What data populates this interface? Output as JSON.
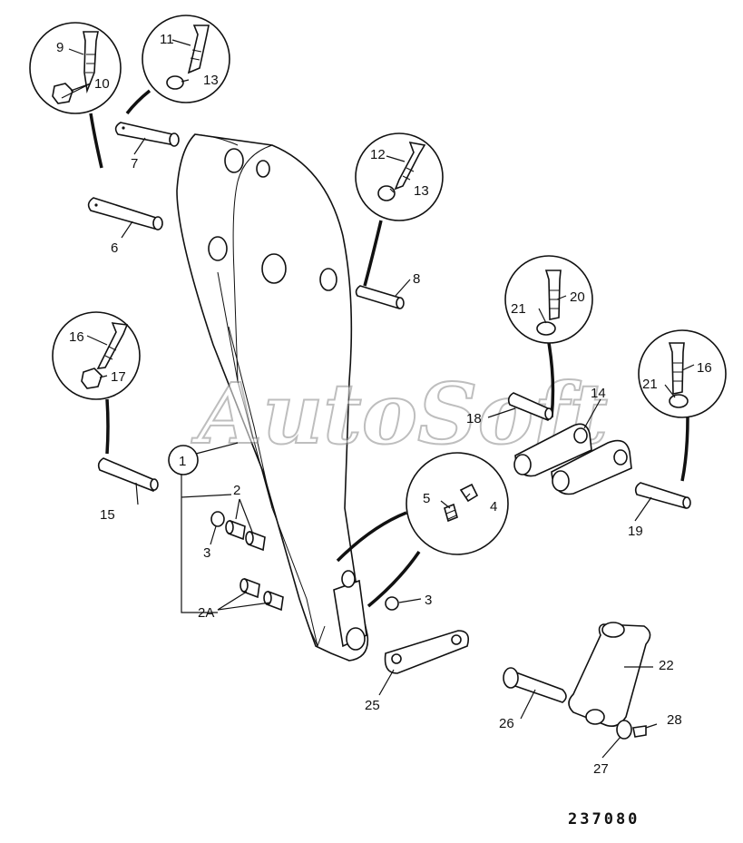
{
  "reference_number": "237080",
  "watermark": "AutoSoft",
  "callouts": [
    {
      "id": "c1",
      "text": "1"
    },
    {
      "id": "c2",
      "text": "2"
    },
    {
      "id": "c2a",
      "text": "2A"
    },
    {
      "id": "c3a",
      "text": "3"
    },
    {
      "id": "c3b",
      "text": "3"
    },
    {
      "id": "c4",
      "text": "4"
    },
    {
      "id": "c5",
      "text": "5"
    },
    {
      "id": "c6",
      "text": "6"
    },
    {
      "id": "c7",
      "text": "7"
    },
    {
      "id": "c8",
      "text": "8"
    },
    {
      "id": "c9",
      "text": "9"
    },
    {
      "id": "c10",
      "text": "10"
    },
    {
      "id": "c11",
      "text": "11"
    },
    {
      "id": "c12",
      "text": "12"
    },
    {
      "id": "c13a",
      "text": "13"
    },
    {
      "id": "c13b",
      "text": "13"
    },
    {
      "id": "c14",
      "text": "14"
    },
    {
      "id": "c15",
      "text": "15"
    },
    {
      "id": "c16a",
      "text": "16"
    },
    {
      "id": "c16b",
      "text": "16"
    },
    {
      "id": "c17",
      "text": "17"
    },
    {
      "id": "c18",
      "text": "18"
    },
    {
      "id": "c19",
      "text": "19"
    },
    {
      "id": "c20",
      "text": "20"
    },
    {
      "id": "c21a",
      "text": "21"
    },
    {
      "id": "c21b",
      "text": "21"
    },
    {
      "id": "c22",
      "text": "22"
    },
    {
      "id": "c25",
      "text": "25"
    },
    {
      "id": "c26",
      "text": "26"
    },
    {
      "id": "c27",
      "text": "27"
    },
    {
      "id": "c28",
      "text": "28"
    }
  ]
}
